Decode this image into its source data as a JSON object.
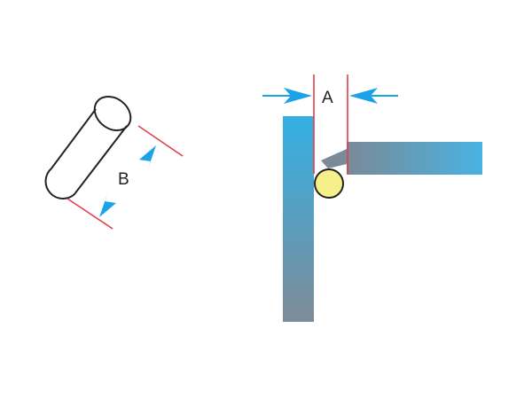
{
  "diagram": {
    "left_figure": {
      "name": "rod-cylinder",
      "dimension_label": "B"
    },
    "right_figure": {
      "name": "fillet-joint",
      "dimension_label": "A"
    },
    "colors": {
      "extension_line": "#e0404a",
      "arrow": "#1aa3e8",
      "plate_top": "#3fb0e0",
      "plate_bottom": "#8495a4",
      "weld_bead": "#f5f08a",
      "outline": "#222222"
    }
  }
}
